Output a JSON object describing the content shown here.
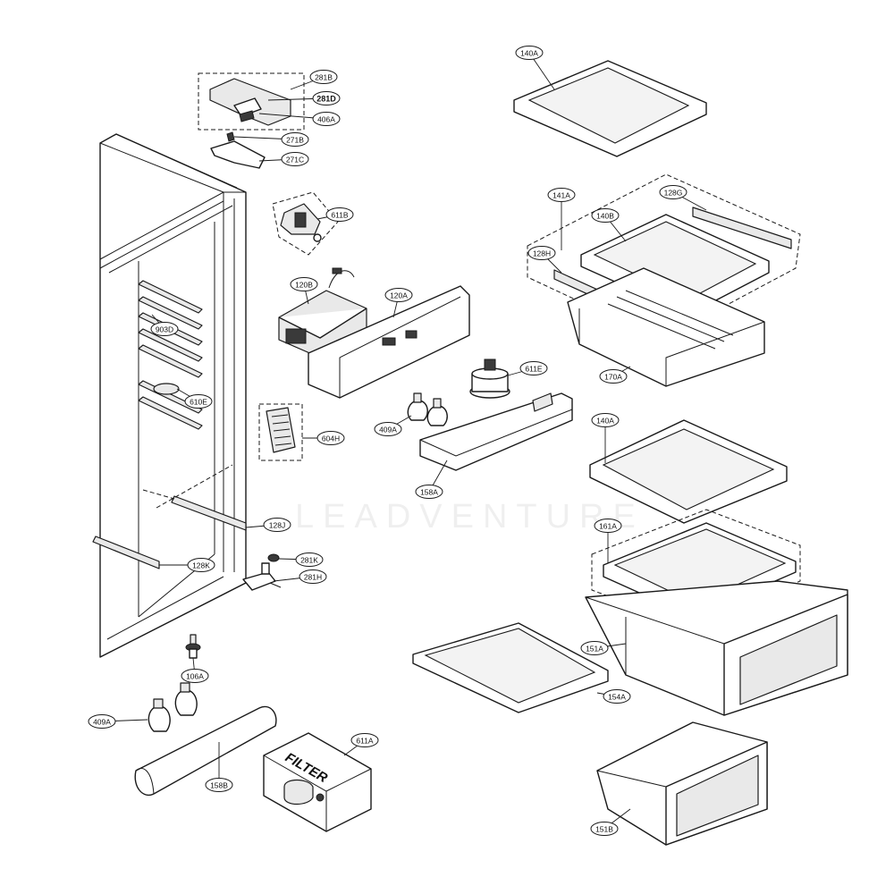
{
  "diagram": {
    "watermark": "LEADVENTURE",
    "filter_label": "FILTER",
    "callouts": [
      {
        "id": "c-140A-top",
        "label": "140A"
      },
      {
        "id": "c-281B",
        "label": "281B"
      },
      {
        "id": "c-281D",
        "label": "281D"
      },
      {
        "id": "c-406A",
        "label": "406A"
      },
      {
        "id": "c-271B",
        "label": "271B"
      },
      {
        "id": "c-271C",
        "label": "271C"
      },
      {
        "id": "c-611B",
        "label": "611B"
      },
      {
        "id": "c-141A",
        "label": "141A"
      },
      {
        "id": "c-128G",
        "label": "128G"
      },
      {
        "id": "c-140B",
        "label": "140B"
      },
      {
        "id": "c-128H",
        "label": "128H"
      },
      {
        "id": "c-170A",
        "label": "170A"
      },
      {
        "id": "c-120B",
        "label": "120B"
      },
      {
        "id": "c-120A",
        "label": "120A"
      },
      {
        "id": "c-903D",
        "label": "903D"
      },
      {
        "id": "c-610E",
        "label": "610E"
      },
      {
        "id": "c-611E",
        "label": "611E"
      },
      {
        "id": "c-409A-mid",
        "label": "409A"
      },
      {
        "id": "c-604H",
        "label": "604H"
      },
      {
        "id": "c-158A",
        "label": "158A"
      },
      {
        "id": "c-140A-mid",
        "label": "140A"
      },
      {
        "id": "c-128J",
        "label": "128J"
      },
      {
        "id": "c-161A",
        "label": "161A"
      },
      {
        "id": "c-128K",
        "label": "128K"
      },
      {
        "id": "c-281K",
        "label": "281K"
      },
      {
        "id": "c-281H",
        "label": "281H"
      },
      {
        "id": "c-151A",
        "label": "151A"
      },
      {
        "id": "c-106A",
        "label": "106A"
      },
      {
        "id": "c-154A",
        "label": "154A"
      },
      {
        "id": "c-409A-low",
        "label": "409A"
      },
      {
        "id": "c-611A",
        "label": "611A"
      },
      {
        "id": "c-158B",
        "label": "158B"
      },
      {
        "id": "c-151B",
        "label": "151B"
      }
    ]
  }
}
